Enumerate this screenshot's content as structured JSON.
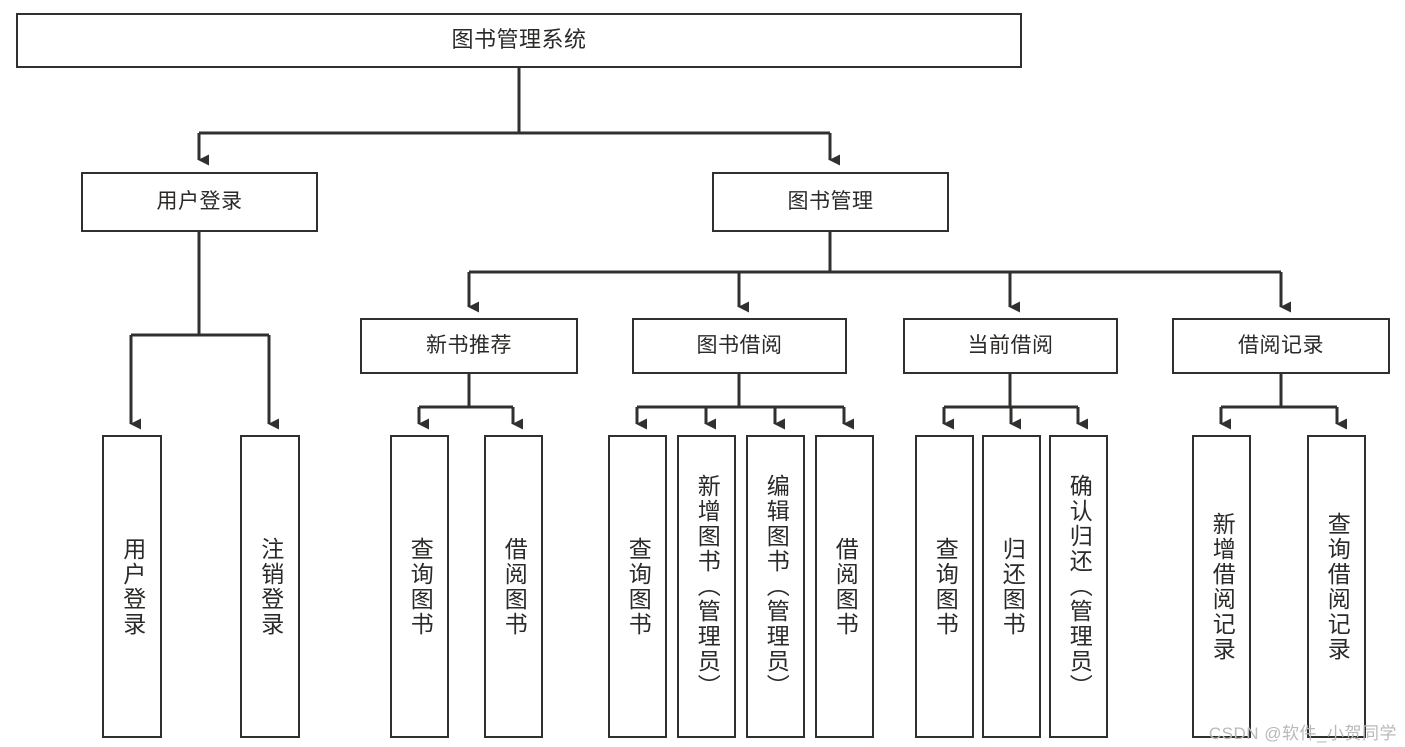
{
  "diagram": {
    "title": "图书管理系统",
    "type": "tree",
    "colors": {
      "stroke": "#31302f",
      "background": "#ffffff",
      "text": "#2b2a29",
      "watermark": "#b9b9b9"
    },
    "root": {
      "label": "图书管理系统"
    },
    "level2": [
      {
        "label": "用户登录"
      },
      {
        "label": "图书管理"
      }
    ],
    "level3": [
      {
        "label": "新书推荐"
      },
      {
        "label": "图书借阅"
      },
      {
        "label": "当前借阅"
      },
      {
        "label": "借阅记录"
      }
    ],
    "leaves": {
      "user_login": [
        {
          "label": "用户登录"
        },
        {
          "label": "注销登录"
        }
      ],
      "new_book_recommend": [
        {
          "label": "查询图书"
        },
        {
          "label": "借阅图书"
        }
      ],
      "book_borrow": [
        {
          "label": "查询图书"
        },
        {
          "label": "新增图书（管理员）"
        },
        {
          "label": "编辑图书（管理员）"
        },
        {
          "label": "借阅图书"
        }
      ],
      "current_borrow": [
        {
          "label": "查询图书"
        },
        {
          "label": "归还图书"
        },
        {
          "label": "确认归还（管理员）"
        }
      ],
      "borrow_record": [
        {
          "label": "新增借阅记录"
        },
        {
          "label": "查询借阅记录"
        }
      ]
    }
  },
  "watermark": {
    "text": "CSDN @软件_小贺同学"
  }
}
